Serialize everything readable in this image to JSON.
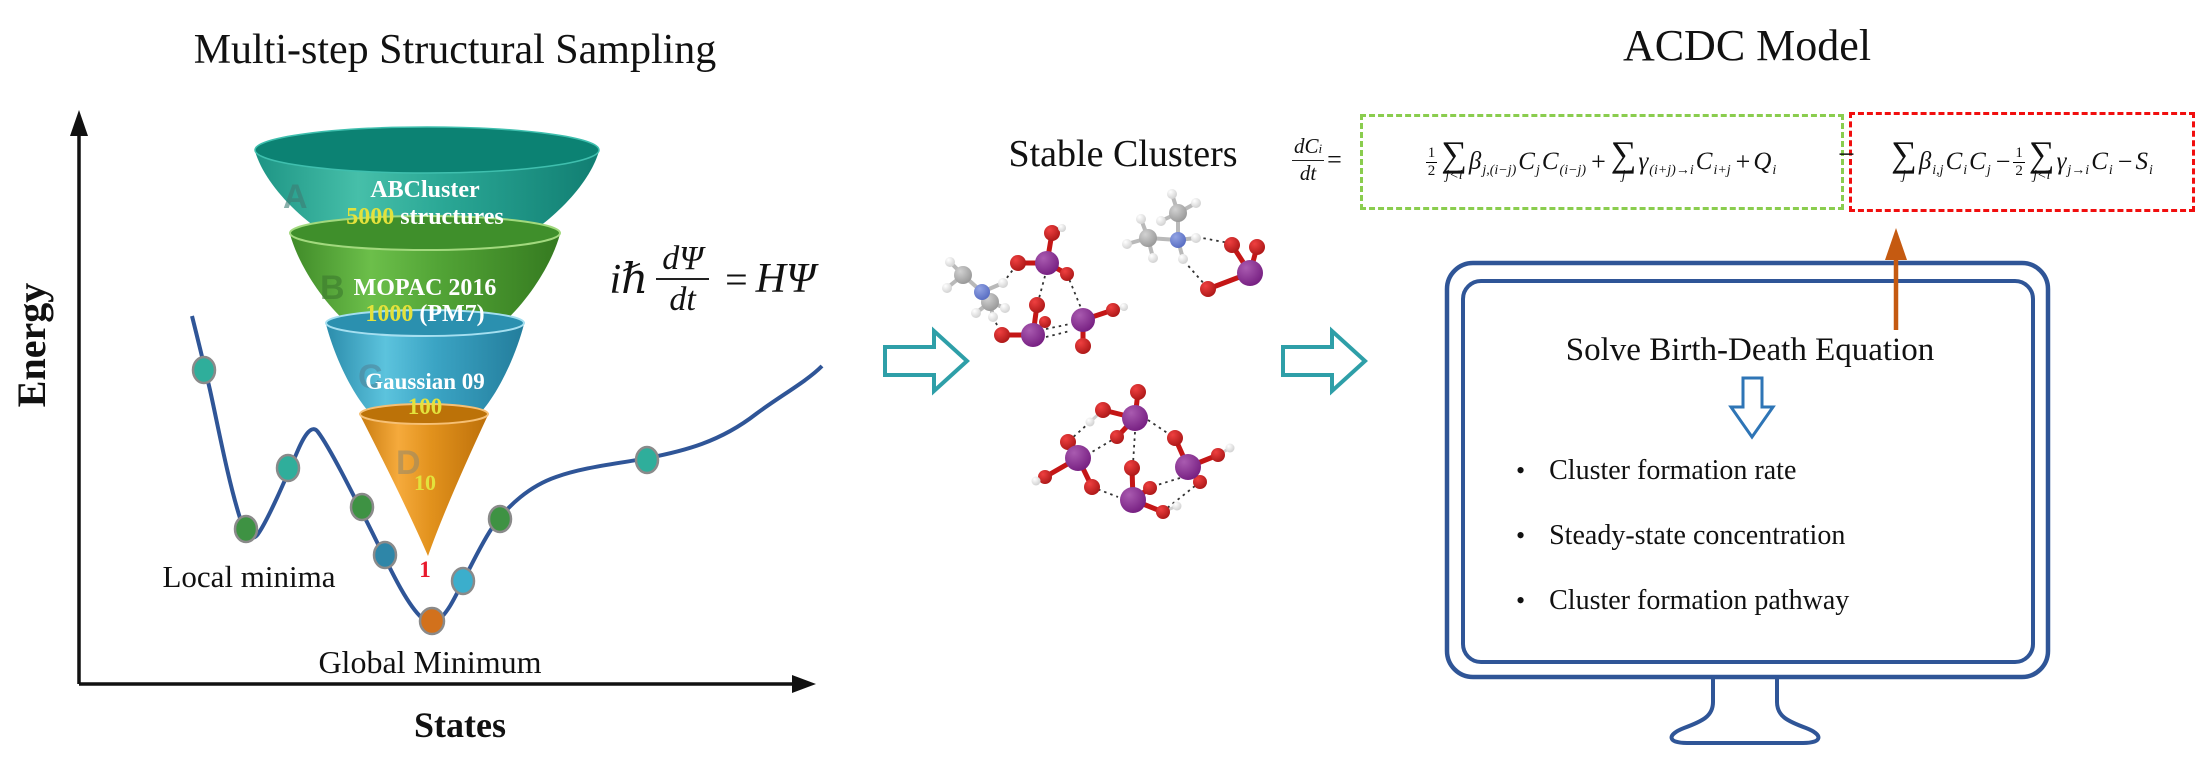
{
  "colors": {
    "curve_blue": "#2F5597",
    "monitor_blue": "#2F5597",
    "teal_flow_arrow": "#2E9FA8",
    "screen_down_arrow_blue": "#2E75B6",
    "up_arrow_orange": "#C55A11",
    "green_dashed_box": "#8ACD4E",
    "red_dashed_box": "#F10E0E",
    "funnel_layer_a_teal": "#2BA894",
    "funnel_layer_b_green": "#55A339",
    "funnel_layer_c_blue": "#41AECE",
    "funnel_layer_d_orange": "#E8951D",
    "count_yellow": "#E3E23C",
    "dot_teal": "#2FAE9B",
    "dot_green": "#3E9243",
    "dot_steel_blue": "#2E86A8",
    "dot_cyan": "#3BAECC",
    "dot_orange": "#D2711C",
    "atom_sulfur_purple": "#7A1E8C",
    "atom_oxygen_red": "#CC1414",
    "atom_carbon_gray": "#9A9A9A",
    "atom_nitrogen_blue": "#5670C4",
    "atom_hydrogen_white": "#E8E8E8"
  },
  "left_panel": {
    "title": "Multi-step Structural Sampling",
    "y_axis_label": "Energy",
    "x_axis_label": "States",
    "local_minima_label": "Local minima",
    "global_minimum_label": "Global Minimum",
    "funnel": {
      "layers": [
        {
          "letter": "A",
          "name": "ABCluster",
          "count": "5000",
          "suffix": " structures"
        },
        {
          "letter": "B",
          "name": "MOPAC 2016",
          "count": "1000",
          "suffix": " (PM7)"
        },
        {
          "letter": "C",
          "name": "Gaussian 09",
          "count": "100",
          "suffix": ""
        },
        {
          "letter": "D",
          "name": "",
          "count": "10",
          "suffix": ""
        }
      ],
      "tip_count": "1"
    },
    "schrodinger": {
      "prefix": "iℏ",
      "numerator": "dΨ",
      "denominator": "dt",
      "equals": "=",
      "rhs": "HΨ"
    }
  },
  "middle_panel": {
    "title": "Stable Clusters"
  },
  "right_panel": {
    "title": "ACDC Model",
    "birth_death_equation": {
      "lhs_numerator": "dC",
      "lhs_numerator_sub": "i",
      "lhs_denominator": "dt",
      "equals": "=",
      "production_terms": [
        {
          "frac": {
            "n": "1",
            "d": "2"
          }
        },
        {
          "g": "∑",
          "under": "j<i"
        },
        {
          "g": "β",
          "sub": "j,(i−j)"
        },
        {
          "g": "C",
          "sub": "j"
        },
        {
          "g": "C",
          "sub": "(i−j)"
        },
        {
          "g": "+"
        },
        {
          "g": "∑",
          "under": "j"
        },
        {
          "g": "γ",
          "sub": "(i+j)→i"
        },
        {
          "g": "C",
          "sub": "i+j"
        },
        {
          "g": "+"
        },
        {
          "g": "Q",
          "sub": "i"
        }
      ],
      "minus": "−",
      "loss_terms": [
        {
          "g": "∑",
          "under": "j"
        },
        {
          "g": "β",
          "sub": "i,j"
        },
        {
          "g": "C",
          "sub": "i"
        },
        {
          "g": "C",
          "sub": "j"
        },
        {
          "g": "−"
        },
        {
          "frac": {
            "n": "1",
            "d": "2"
          }
        },
        {
          "g": "∑",
          "under": "j<i"
        },
        {
          "g": "γ",
          "sub": "j→i"
        },
        {
          "g": "C",
          "sub": "i"
        },
        {
          "g": "−"
        },
        {
          "g": "S",
          "sub": "i"
        }
      ]
    },
    "monitor": {
      "heading": "Solve Birth-Death Equation",
      "bullets": [
        "Cluster formation rate",
        "Steady-state concentration",
        "Cluster formation pathway"
      ]
    }
  }
}
